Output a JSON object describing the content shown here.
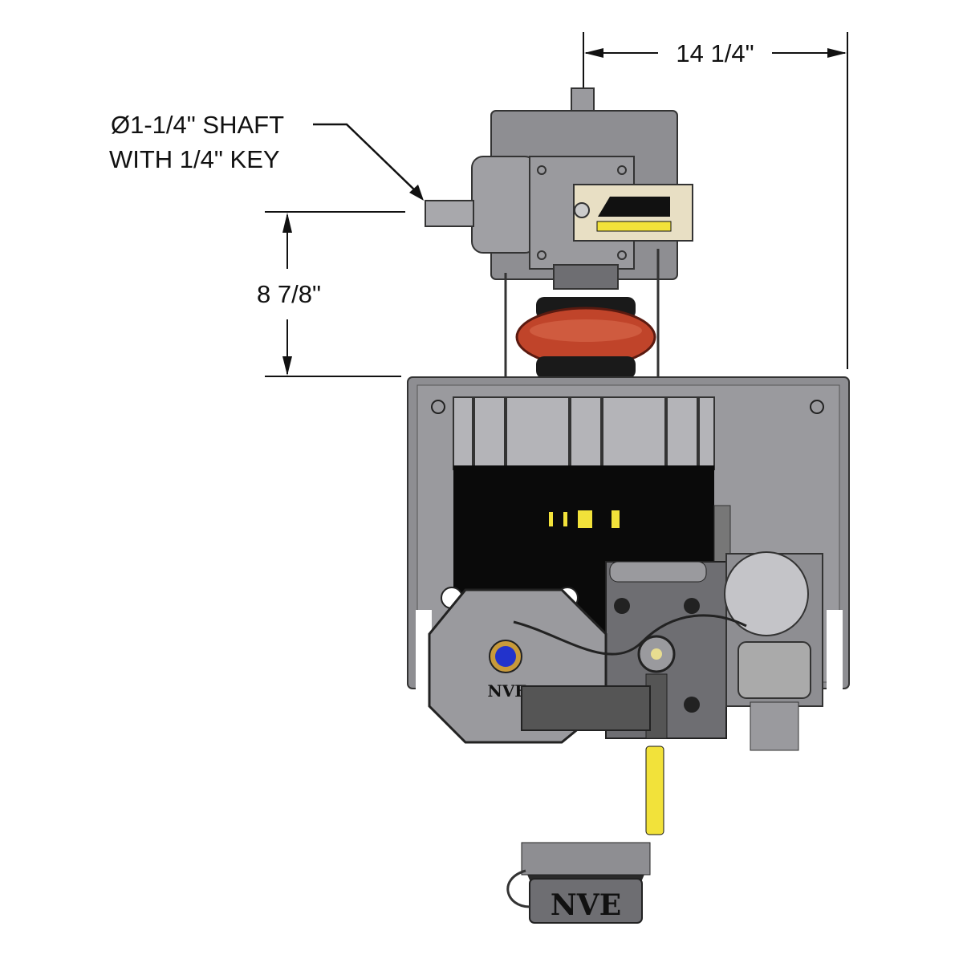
{
  "dimensions": {
    "overall_width": "14 1/4\"",
    "shaft_height": "8 7/8\""
  },
  "callout": {
    "line1": "Ø1-1/4\" SHAFT",
    "line2": "WITH 1/4\" KEY"
  },
  "branding": {
    "tank_logo": "NVE",
    "base_logo": "NVE"
  },
  "colors": {
    "housing": "#8e8e92",
    "motor": "#0a0a0a",
    "coupling": "#c0442a",
    "label_yellow": "#f2e23a",
    "valve_blue": "#2233cc"
  }
}
